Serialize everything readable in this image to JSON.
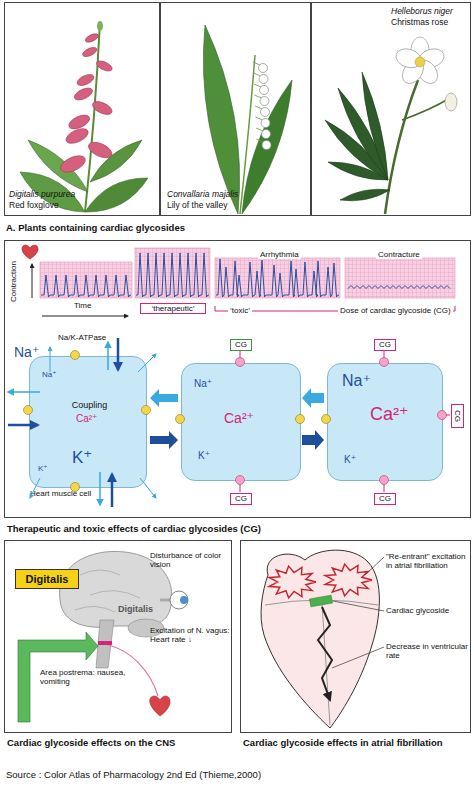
{
  "diagram": {
    "caption": "Source : Color Atlas of Pharmacology 2nd Ed (Thieme,2000)",
    "nodes": [
      {
        "text": [
          "Digitalis purpurea",
          "Red foxglove"
        ]
      },
      {
        "text": [
          "Convallaria majalis",
          "Lily of the valley"
        ]
      },
      {
        "text": [
          "Helleborus niger",
          "Christmas rose"
        ]
      },
      {
        "text": [
          "Therapeutic and toxic effects of cardiac glycosides (CG)"
        ]
      },
      {
        "text": [
          "Na⁺",
          "Na⁺",
          "Coupling",
          "Ca²⁺",
          "K⁺",
          "K⁺"
        ],
        "in": 3
      },
      {
        "text": [
          "Na⁺",
          "Ca²⁺",
          "K⁺"
        ],
        "in": 3
      },
      {
        "text": [
          "Na⁺",
          "Ca²⁺",
          "K⁺"
        ],
        "in": 3
      },
      {
        "text": [
          "CG"
        ],
        "in": 3
      },
      {
        "text": [
          "CG"
        ],
        "in": 3
      },
      {
        "text": [
          "CG"
        ],
        "in": 3
      },
      {
        "text": [
          "CG"
        ],
        "in": 3
      },
      {
        "text": [
          "CG"
        ],
        "in": 3
      },
      {
        "text": [
          "Cardiac glycoside effects on the CNS"
        ]
      },
      {
        "text": [
          "Digitalis"
        ],
        "in": 12
      },
      {
        "text": [
          "Cardiac glycoside effects in atrial fibrillation"
        ]
      }
    ],
    "labels": [
      "A. Plants containing cardiac glycosides",
      "Contraction",
      "Time",
      "‘therapeutic’",
      "Arrhythmia",
      "‘toxic’",
      "Contracture",
      "Dose of cardiac glycoside (CG)",
      "Na/K-ATPase",
      "Heart muscle cell",
      "Digitalis",
      "Disturbance of color vision",
      "Excitation of N. vagus: Heart rate ↓",
      "Area postrema: nausea, vomiting",
      "\"Re-entrant\" excitation in atrial fibrillation",
      "Cardiac glycoside",
      "Decrease in ventricular rate"
    ]
  }
}
